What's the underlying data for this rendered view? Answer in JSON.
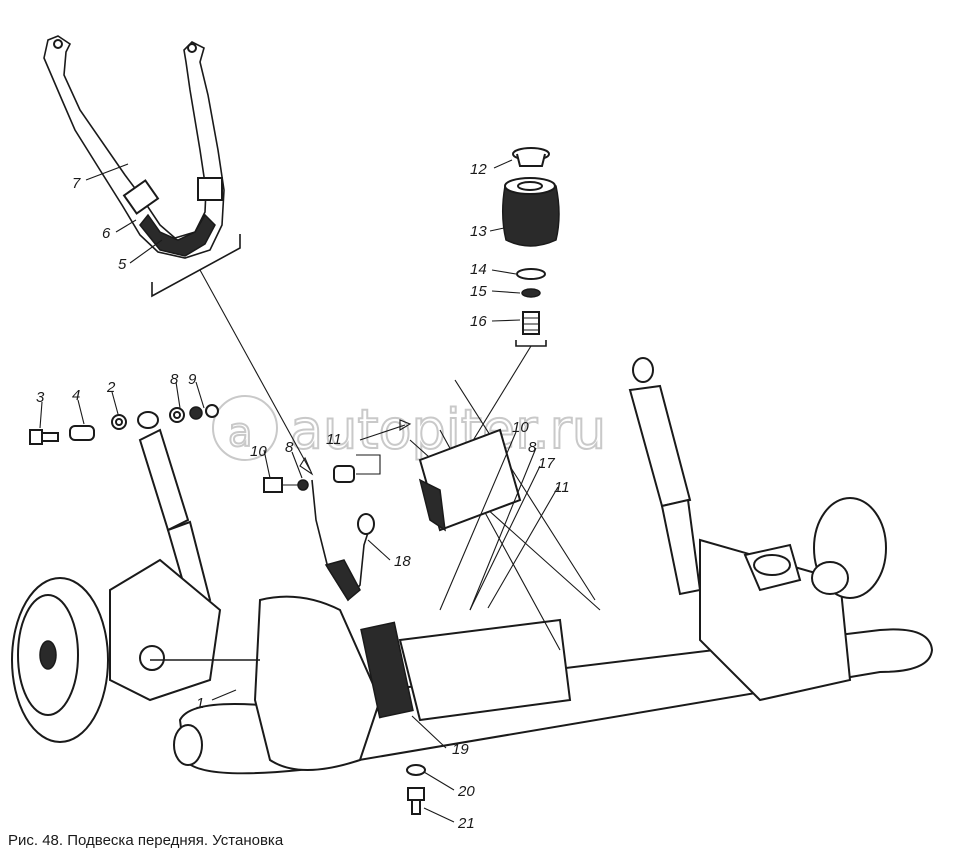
{
  "caption": "Рис. 48. Подвеска передняя. Установка",
  "watermark": "autopiter.ru",
  "callouts": [
    {
      "id": "1",
      "text": "1"
    },
    {
      "id": "2",
      "text": "2"
    },
    {
      "id": "3",
      "text": "3"
    },
    {
      "id": "4",
      "text": "4"
    },
    {
      "id": "5",
      "text": "5"
    },
    {
      "id": "6",
      "text": "6"
    },
    {
      "id": "7",
      "text": "7"
    },
    {
      "id": "8a",
      "text": "8"
    },
    {
      "id": "8b",
      "text": "8"
    },
    {
      "id": "8c",
      "text": "8"
    },
    {
      "id": "9",
      "text": "9"
    },
    {
      "id": "10a",
      "text": "10"
    },
    {
      "id": "10b",
      "text": "10"
    },
    {
      "id": "11a",
      "text": "11"
    },
    {
      "id": "11b",
      "text": "11"
    },
    {
      "id": "12",
      "text": "12"
    },
    {
      "id": "13",
      "text": "13"
    },
    {
      "id": "14",
      "text": "14"
    },
    {
      "id": "15",
      "text": "15"
    },
    {
      "id": "16",
      "text": "16"
    },
    {
      "id": "17",
      "text": "17"
    },
    {
      "id": "18",
      "text": "18"
    },
    {
      "id": "19",
      "text": "19"
    },
    {
      "id": "20",
      "text": "20"
    },
    {
      "id": "21",
      "text": "21"
    }
  ],
  "colors": {
    "ink": "#1a1a1a",
    "watermark": "#c9c9c9",
    "background": "#ffffff"
  }
}
